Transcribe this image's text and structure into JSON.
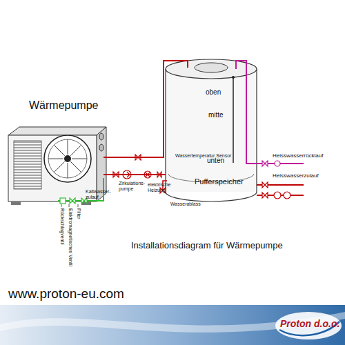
{
  "diagram": {
    "caption": "Installationsdiagram für Wärmepumpe",
    "nodes": [
      {
        "text": [
          "Wärmepumpe"
        ]
      },
      {
        "text": [
          "oben",
          "mitte",
          "Wassertemperatur Sensor",
          "unten",
          "Pufferspeicher"
        ]
      }
    ],
    "edges": [
      {
        "from": 0,
        "to": 1,
        "arrow": "none"
      },
      {
        "from": 1,
        "to": 0,
        "arrow": "none"
      }
    ],
    "labels": [
      "Zirkulations- pumpe",
      "elektrische Heizung",
      "Kaltwasser- zulauf",
      "Wasserablass",
      "Heisswasserrücklauf",
      "Heisswasserzulauf",
      "Rückschlagventil",
      "Elektromagnetisches Ventil",
      "Filter",
      "www.proton-eu.com",
      "Proton d.o.o."
    ]
  }
}
